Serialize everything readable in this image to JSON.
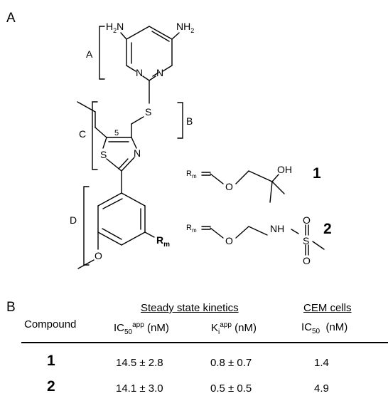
{
  "panel_a": {
    "label": "A",
    "regions": [
      "A",
      "B",
      "C",
      "D"
    ],
    "atoms": {
      "nh2": "NH",
      "sub2": "2",
      "h2n": "H",
      "n_left": "N",
      "n_right": "N",
      "s_link": "S",
      "s_ring": "S",
      "n_ring": "N",
      "pos5": "5",
      "o_methoxy": "O",
      "rm": "R",
      "rm_sub": "m"
    },
    "rgroups": [
      {
        "compound": "1",
        "rm_prefix": "R",
        "rm_sub": "m",
        "eq": "=",
        "o": "O",
        "oh": "OH"
      },
      {
        "compound": "2",
        "rm_prefix": "R",
        "rm_sub": "m",
        "eq": "=",
        "o": "O",
        "nh": "NH",
        "s": "S",
        "o_top": "O",
        "o_bottom": "O"
      }
    ]
  },
  "panel_b": {
    "label": "B",
    "group_headers": [
      "Steady state kinetics",
      "CEM cells"
    ],
    "columns": {
      "compound": "Compound",
      "ic50app": {
        "base": "IC",
        "sub": "50",
        "sup": "app",
        "unit": " (nM)"
      },
      "kiapp": {
        "base": "K",
        "sub": "i",
        "sup": "app",
        "unit": " (nM)"
      },
      "ic50": {
        "base": "IC",
        "sub": "50",
        "unit": "  (nM)"
      }
    },
    "rows": [
      {
        "compound": "1",
        "ic50app": "14.5 ± 2.8",
        "kiapp": "0.8 ± 0.7",
        "ic50": "1.4"
      },
      {
        "compound": "2",
        "ic50app": "14.1 ± 3.0",
        "kiapp": "0.5 ± 0.5",
        "ic50": "4.9"
      }
    ]
  }
}
